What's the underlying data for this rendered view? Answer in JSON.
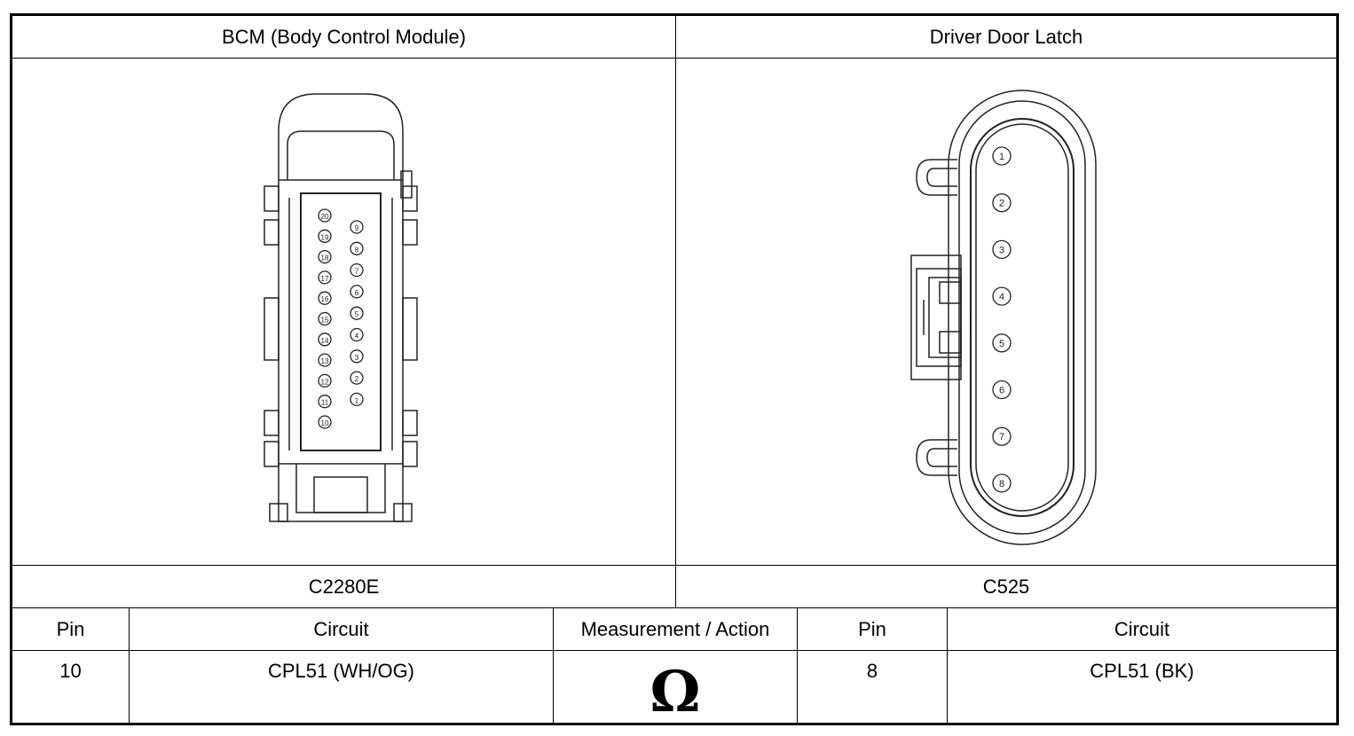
{
  "header": {
    "left_title": "BCM (Body Control Module)",
    "right_title": "Driver Door Latch"
  },
  "connectors": {
    "left_id": "C2280E",
    "right_id": "C525",
    "left_pins_col_a": [
      "20",
      "19",
      "18",
      "17",
      "16",
      "15",
      "14",
      "13",
      "12",
      "11",
      "10"
    ],
    "left_pins_col_b": [
      "9",
      "8",
      "7",
      "6",
      "5",
      "4",
      "3",
      "2",
      "1"
    ],
    "right_pins": [
      "1",
      "2",
      "3",
      "4",
      "5",
      "6",
      "7",
      "8"
    ]
  },
  "table": {
    "headers": {
      "pin_left": "Pin",
      "circuit_left": "Circuit",
      "measurement": "Measurement / Action",
      "pin_right": "Pin",
      "circuit_right": "Circuit"
    },
    "row": {
      "pin_left": "10",
      "circuit_left": "CPL51 (WH/OG)",
      "measurement_symbol": "Ω",
      "pin_right": "8",
      "circuit_right": "CPL51 (BK)"
    }
  },
  "icons": {
    "measurement": "ohm-icon"
  }
}
